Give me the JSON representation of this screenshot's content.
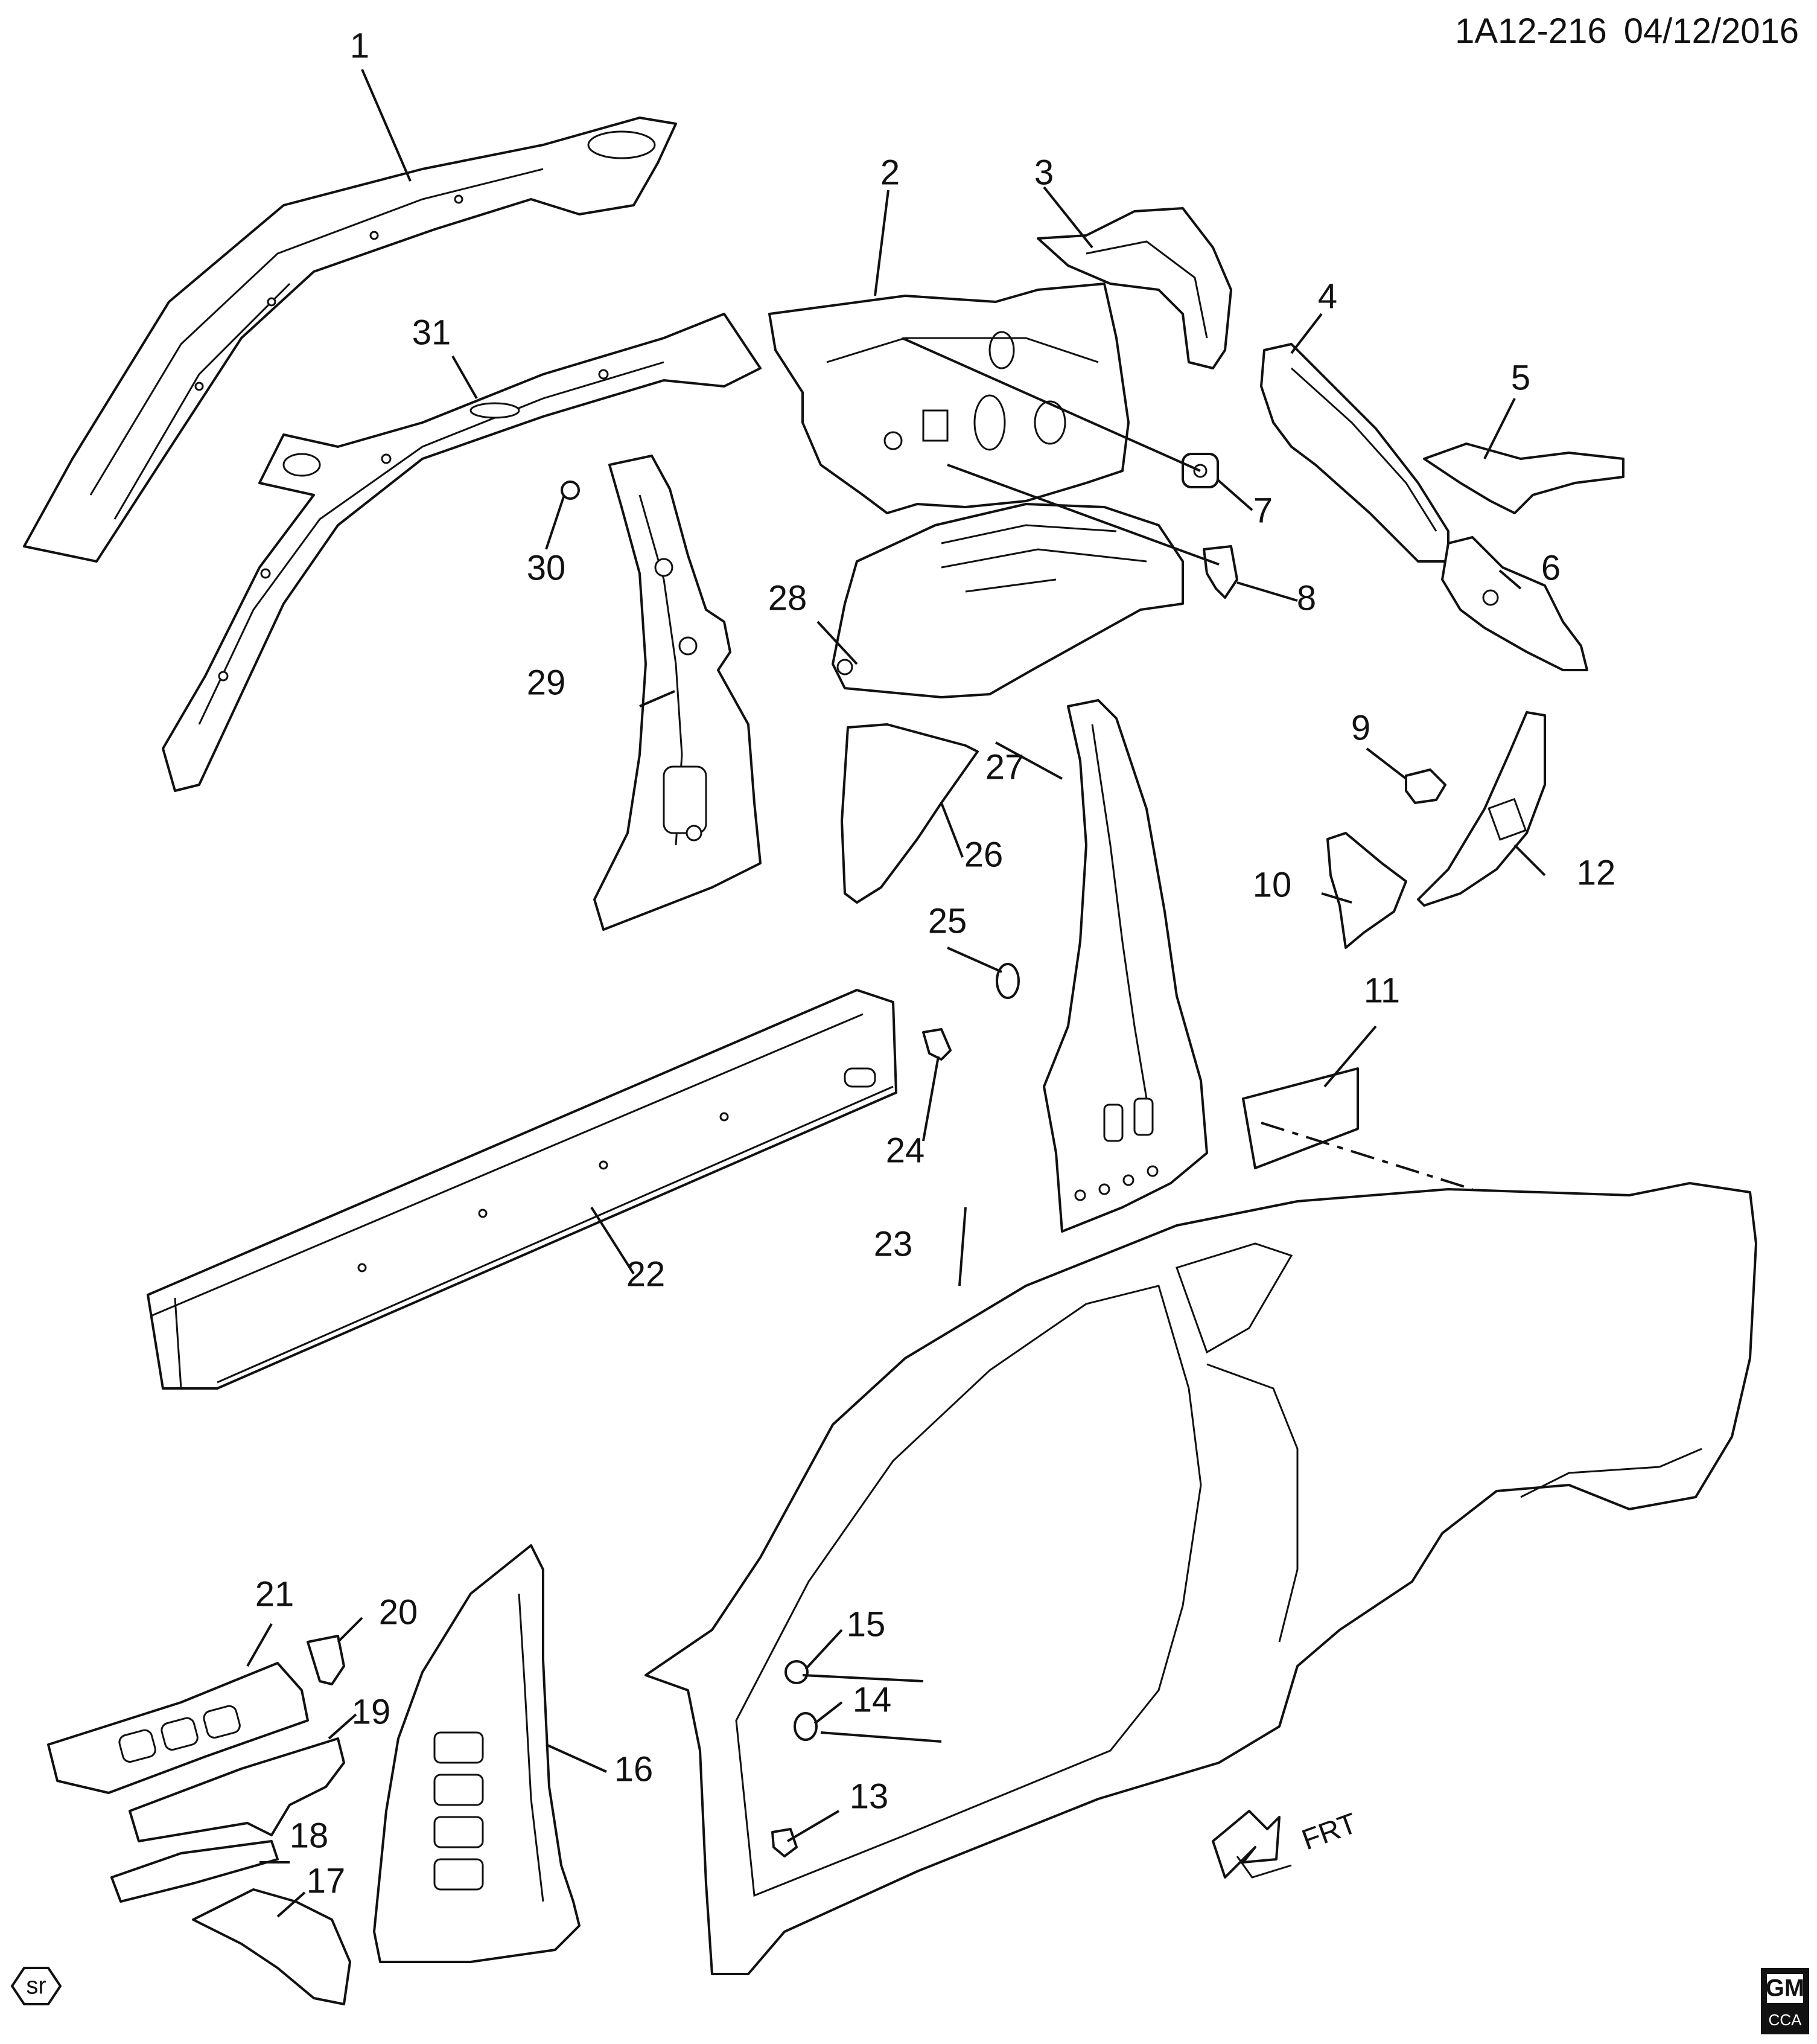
{
  "header": {
    "diagram_code": "1A12-216",
    "date": "04/12/2016"
  },
  "callouts": [
    "1",
    "2",
    "3",
    "4",
    "5",
    "6",
    "7",
    "8",
    "9",
    "10",
    "11",
    "12",
    "13",
    "14",
    "15",
    "16",
    "17",
    "18",
    "19",
    "20",
    "21",
    "22",
    "23",
    "24",
    "25",
    "26",
    "27",
    "28",
    "29",
    "30",
    "31"
  ],
  "direction_marker": {
    "label": "FRT",
    "icon": "front-arrow-icon"
  },
  "logo": {
    "brand": "GM",
    "sub": "CCA"
  },
  "badge": {
    "label": "sr"
  }
}
